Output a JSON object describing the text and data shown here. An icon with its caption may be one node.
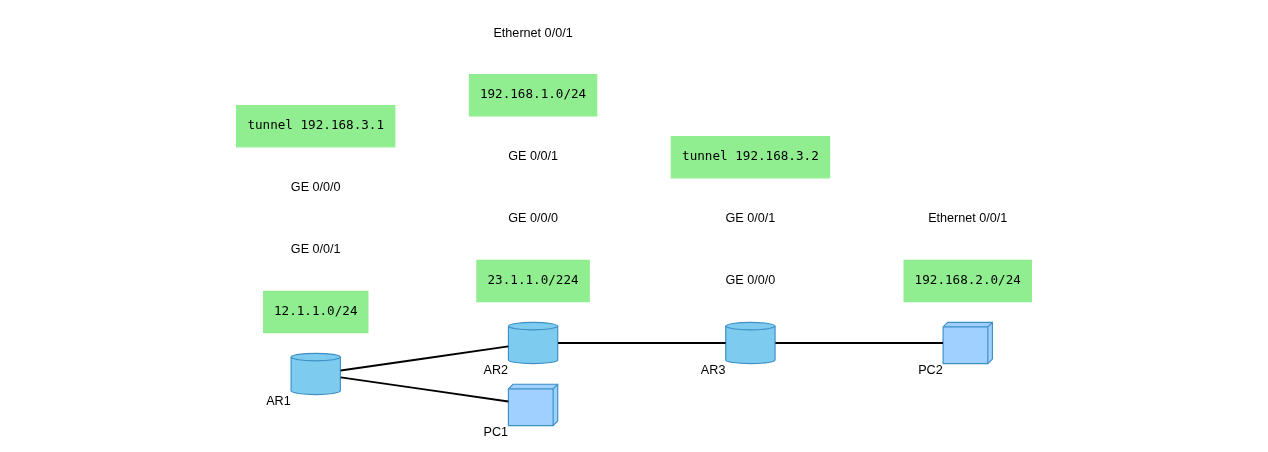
{
  "diagram": {
    "nodes": [
      {
        "text": [
          "AR1"
        ]
      },
      {
        "text": [
          "AR2"
        ]
      },
      {
        "text": [
          "AR3"
        ]
      },
      {
        "text": [
          "PC1"
        ]
      },
      {
        "text": [
          "PC2"
        ]
      }
    ],
    "edges": [
      {
        "from": 0,
        "to": 1,
        "arrow": "none"
      },
      {
        "from": 1,
        "to": 2,
        "arrow": "none"
      },
      {
        "from": 0,
        "to": 3,
        "arrow": "none"
      },
      {
        "from": 2,
        "to": 4,
        "arrow": "none"
      }
    ],
    "labels": [
      "23.1.1.0/224",
      "12.1.1.0/24",
      "GE 0/0/1",
      "GE 0/0/0",
      "GE 0/0/1",
      "GE 0/0/0",
      "192.168.1.0/24",
      "192.168.2.0/24",
      "GE 0/0/0",
      "GE 0/0/1",
      "tunnel 192.168.3.1",
      "tunnel 192.168.3.2",
      "Ethernet 0/0/1",
      "Ethernet 0/0/1"
    ]
  }
}
